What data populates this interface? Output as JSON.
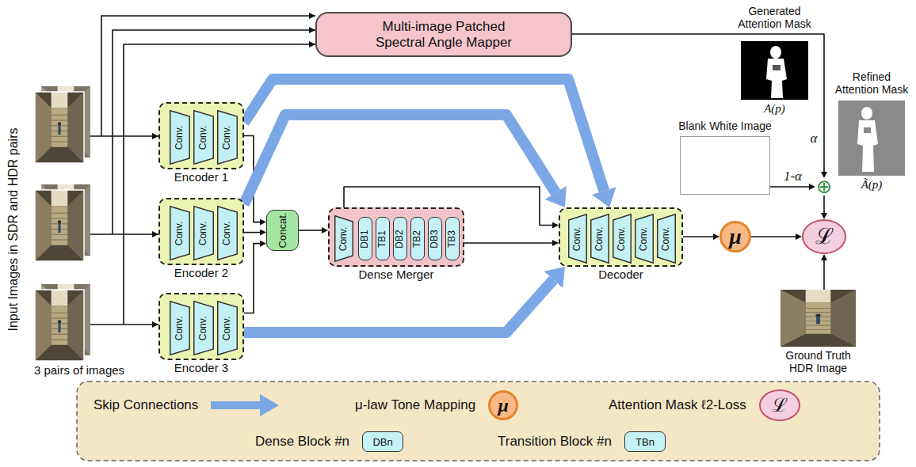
{
  "diagram": {
    "nodes": [
      {
        "text": [
          "Multi-image Patched Spectral Angle Mapper"
        ]
      },
      {
        "text": [
          "Encoder 1"
        ]
      },
      {
        "text": [
          "Conv."
        ],
        "in": 1
      },
      {
        "text": [
          "Conv."
        ],
        "in": 1
      },
      {
        "text": [
          "Conv."
        ],
        "in": 1
      },
      {
        "text": [
          "Encoder 2"
        ]
      },
      {
        "text": [
          "Conv."
        ],
        "in": 5
      },
      {
        "text": [
          "Conv."
        ],
        "in": 5
      },
      {
        "text": [
          "Conv."
        ],
        "in": 5
      },
      {
        "text": [
          "Encoder 3"
        ]
      },
      {
        "text": [
          "Conv."
        ],
        "in": 9
      },
      {
        "text": [
          "Conv."
        ],
        "in": 9
      },
      {
        "text": [
          "Conv."
        ],
        "in": 9
      },
      {
        "text": [
          "Concat."
        ]
      },
      {
        "text": [
          "Dense Merger"
        ]
      },
      {
        "text": [
          "Conv."
        ],
        "in": 14
      },
      {
        "text": [
          "DB1"
        ],
        "in": 14
      },
      {
        "text": [
          "TB1"
        ],
        "in": 14
      },
      {
        "text": [
          "DB2"
        ],
        "in": 14
      },
      {
        "text": [
          "TB2"
        ],
        "in": 14
      },
      {
        "text": [
          "DB3"
        ],
        "in": 14
      },
      {
        "text": [
          "TB3"
        ],
        "in": 14
      },
      {
        "text": [
          "Decoder"
        ]
      },
      {
        "text": [
          "Conv."
        ],
        "in": 22
      },
      {
        "text": [
          "Conv."
        ],
        "in": 22
      },
      {
        "text": [
          "Conv."
        ],
        "in": 22
      },
      {
        "text": [
          "Conv."
        ],
        "in": 22
      },
      {
        "text": [
          "Conv."
        ],
        "in": 22
      },
      {
        "text": [
          "μ"
        ]
      },
      {
        "text": [
          "Generated Attention Mask",
          "A(p)"
        ]
      },
      {
        "text": [
          "Blank White Image"
        ]
      },
      {
        "text": [
          "⊕"
        ]
      },
      {
        "text": [
          "Refined Attention Mask",
          "Ã(p)"
        ]
      },
      {
        "text": [
          "ℒ"
        ]
      },
      {
        "text": [
          "Ground Truth HDR Image"
        ]
      }
    ],
    "edges": [
      {
        "from": 1,
        "to": 13,
        "arrow": "to"
      },
      {
        "from": 5,
        "to": 13,
        "arrow": "to"
      },
      {
        "from": 9,
        "to": 13,
        "arrow": "to"
      },
      {
        "from": 13,
        "to": 14,
        "arrow": "to"
      },
      {
        "from": 14,
        "to": 22,
        "arrow": "to"
      },
      {
        "from": 15,
        "to": 22,
        "arrow": "to"
      },
      {
        "from": 1,
        "to": 22,
        "arrow": "to"
      },
      {
        "from": 5,
        "to": 22,
        "arrow": "to"
      },
      {
        "from": 9,
        "to": 22,
        "arrow": "to"
      },
      {
        "from": 22,
        "to": 28,
        "arrow": "to"
      },
      {
        "from": 28,
        "to": 33,
        "arrow": "to"
      },
      {
        "from": 0,
        "to": 31,
        "label": "α",
        "arrow": "to"
      },
      {
        "from": 30,
        "to": 31,
        "label": "1-α",
        "arrow": "to"
      },
      {
        "from": 31,
        "to": 33,
        "arrow": "to"
      },
      {
        "from": 34,
        "to": 33,
        "arrow": "to"
      }
    ],
    "labels": [
      "Input Images in SDR and HDR pairs",
      "3 pairs of images",
      "μ",
      "ℒ",
      "DBn",
      "TBn"
    ],
    "legend": [
      {
        "text": "Skip Connections"
      },
      {
        "text": "μ-law Tone Mapping"
      },
      {
        "text": "Attention Mask ℓ2-Loss"
      },
      {
        "text": "Dense Block #n"
      },
      {
        "text": "Transition Block #n"
      }
    ]
  }
}
